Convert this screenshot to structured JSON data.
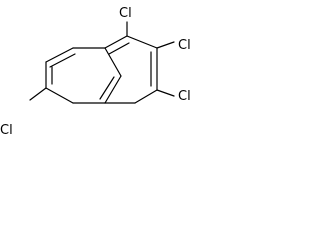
{
  "molecule": {
    "atoms": {
      "cl_top": "Cl",
      "cl_right_upper": "Cl",
      "cl_right_lower": "Cl",
      "cl_left": "Cl"
    }
  }
}
